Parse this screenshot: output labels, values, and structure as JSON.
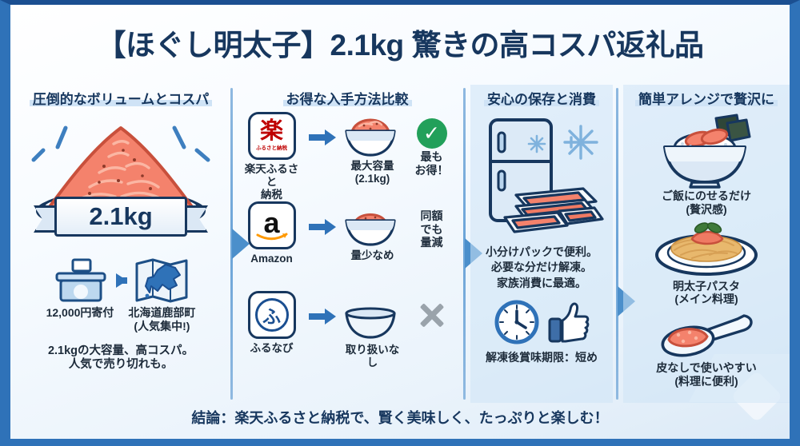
{
  "title": "【ほぐし明太子】2.1kg 驚きの高コスパ返礼品",
  "colors": {
    "frame_blue": "#2f72b8",
    "title_navy": "#17375e",
    "mentaiko_pink": "#f4826c",
    "accent_green": "#22a05a",
    "muted_gray": "#9aa3ab"
  },
  "columns": [
    {
      "header": "圧倒的なボリュームとコスパ",
      "ribbon_value": "2.1kg",
      "donation_label": "12,000円寄付",
      "region_label_line1": "北海道鹿部町",
      "region_label_line2": "(人気集中!)",
      "caption_line1": "2.1kgの大容量、高コスパ。",
      "caption_line2": "人気で売り切れも。"
    },
    {
      "header": "お得な入手方法比較",
      "rows": [
        {
          "logo_glyph": "楽",
          "logo_sub": "ふるさと納税",
          "service_line1": "楽天ふるさと",
          "service_line2": "納税",
          "result_line1": "最大容量",
          "result_line2": "(2.1kg)",
          "verdict_line1": "最も",
          "verdict_line2": "お得！",
          "verdict_icon": "check-circle-icon"
        },
        {
          "logo_glyph": "a",
          "logo_sub": "",
          "service_line1": "Amazon",
          "service_line2": "",
          "result_line1": "量少なめ",
          "result_line2": "",
          "verdict_line1": "同額",
          "verdict_line2": "でも",
          "verdict_line3": "量減",
          "verdict_icon": ""
        },
        {
          "logo_glyph": "ふ",
          "logo_sub": "",
          "service_line1": "ふるなび",
          "service_line2": "",
          "result_line1": "取り扱いなし",
          "result_line2": "",
          "verdict_line1": "",
          "verdict_line2": "",
          "verdict_icon": "x-mark-icon"
        }
      ]
    },
    {
      "header": "安心の保存と消費",
      "body_line1": "小分けパックで便利。",
      "body_line2": "必要な分だけ解凍。",
      "body_line3": "家族消費に最適。",
      "footnote": "解凍後賞味期限：短め"
    },
    {
      "header": "簡単アレンジで贅沢に",
      "items": [
        {
          "icon": "mentaiko-rice-bowl-icon",
          "line1": "ご飯にのせるだけ",
          "line2": "(贅沢感)"
        },
        {
          "icon": "mentaiko-pasta-icon",
          "line1": "明太子パスタ",
          "line2": "(メイン料理)"
        },
        {
          "icon": "mentaiko-spoon-icon",
          "line1": "皮なしで使いやすい",
          "line2": "(料理に便利)"
        }
      ]
    }
  ],
  "footer": "結論：楽天ふるさと納税で、賢く美味しく、たっぷりと楽しむ！"
}
